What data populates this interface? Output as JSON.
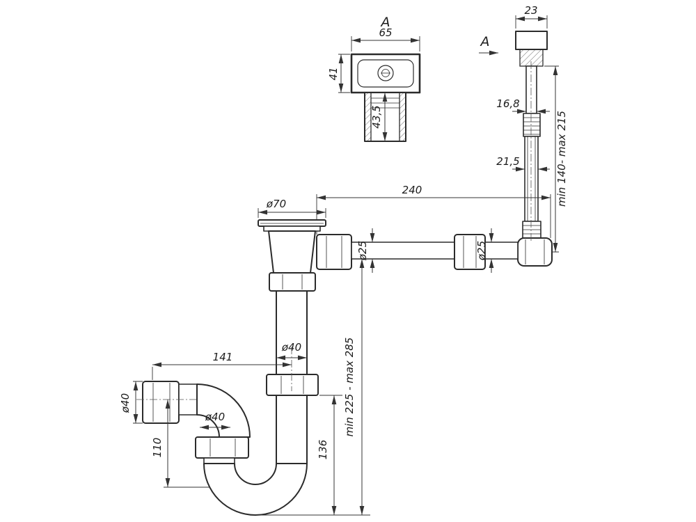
{
  "drawing": {
    "background_color": "#ffffff",
    "line_color": "#2b2b2b",
    "views": {
      "section_label_front": "A",
      "section_label_side": "A"
    },
    "dimensions": {
      "overflow_width": "65",
      "overflow_height": "41",
      "overflow_pipe": "43,5",
      "side_cap_width": "23",
      "hose_upper_dia": "16,8",
      "hose_lower_dia": "21,5",
      "overflow_hose_range": "min 140- max 215",
      "horizontal_run": "240",
      "strainer_dia": "ø70",
      "pipe_dia_left": "ø25",
      "pipe_dia_right": "ø25",
      "tailpipe_dia": "ø40",
      "inlet_offset": "141",
      "trap_height_range": "min 225 - max 285",
      "trap_depth": "136",
      "inlet_dia": "ø40",
      "elbow_dia": "ø40",
      "inlet_height": "110"
    }
  }
}
